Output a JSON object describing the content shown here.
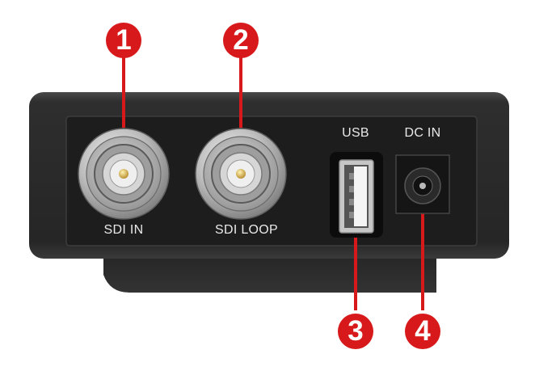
{
  "ports": [
    {
      "id": "sdi_in",
      "label": "SDI IN",
      "marker": "1"
    },
    {
      "id": "sdi_loop",
      "label": "SDI LOOP",
      "marker": "2"
    },
    {
      "id": "usb",
      "label": "USB",
      "marker": "3"
    },
    {
      "id": "dc_in",
      "label": "DC IN",
      "marker": "4"
    }
  ],
  "colors": {
    "marker": "#d8191b",
    "housing": "#2a2a2a",
    "panel": "#1d1d1d",
    "label_text": "#e9e9e9"
  }
}
